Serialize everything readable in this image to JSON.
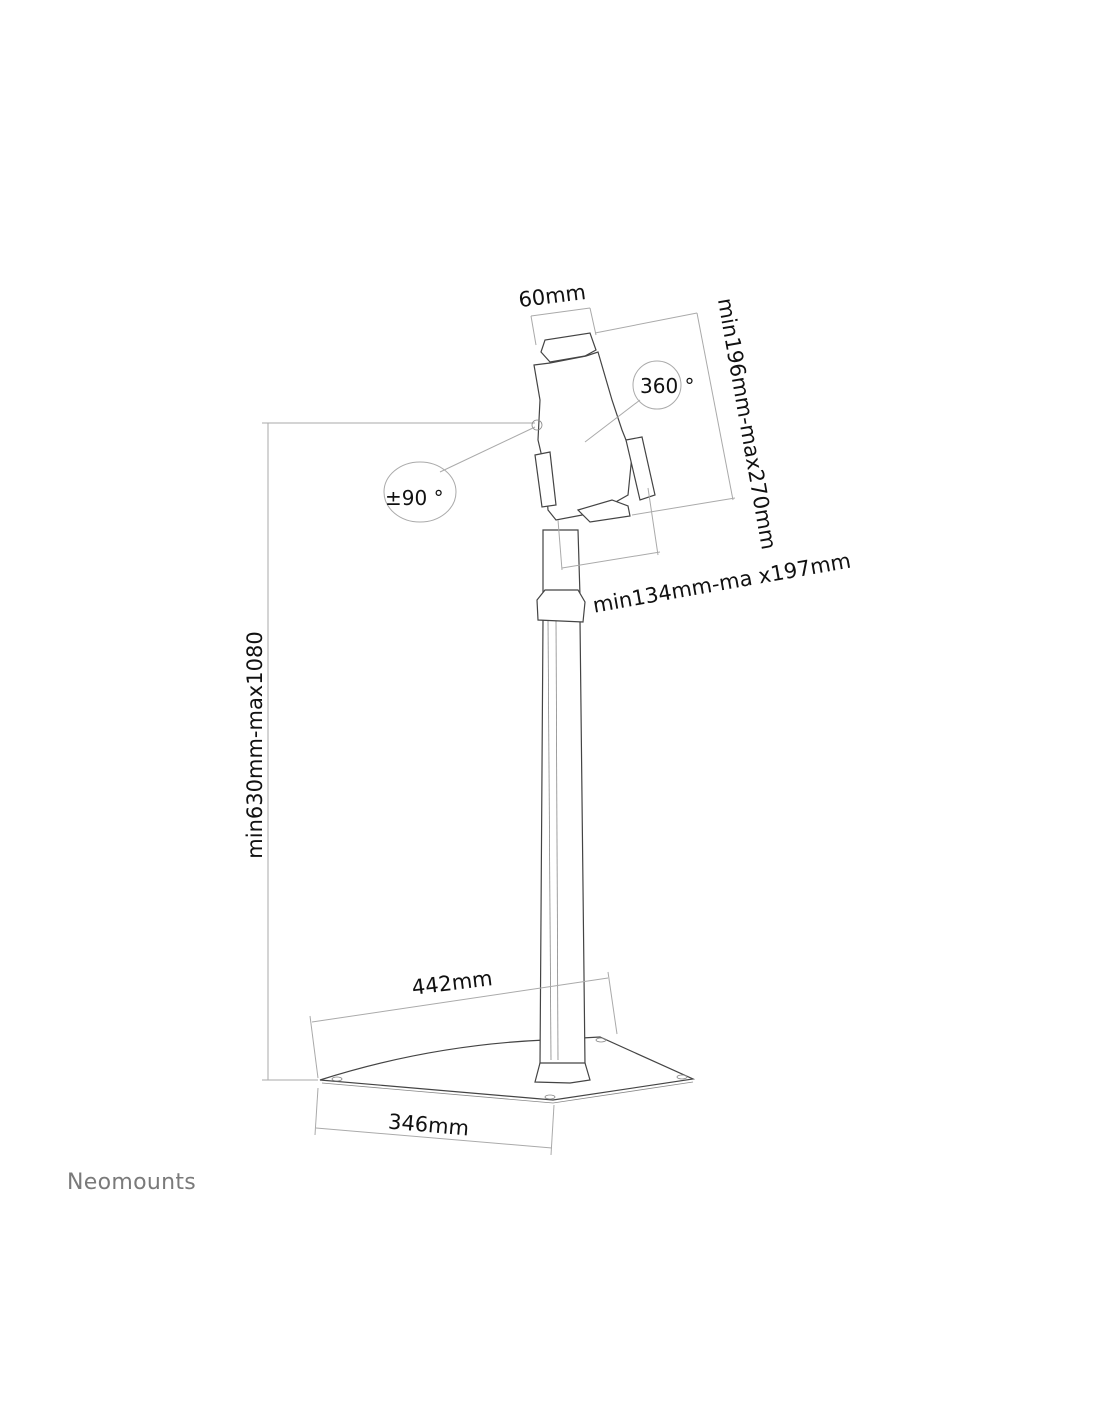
{
  "diagram": {
    "dimensions": {
      "holder_depth": "60mm",
      "holder_height": "min196mm-max270mm",
      "holder_width": "min134mm-ma x197mm",
      "rotation": "360 °",
      "tilt": "±90 °",
      "stand_height": "min630mm-max1080",
      "base_depth": "442mm",
      "base_width": "346mm"
    },
    "brand": "Neomounts",
    "line_color": "#444444",
    "dimension_line_color": "#aaaaaa"
  }
}
